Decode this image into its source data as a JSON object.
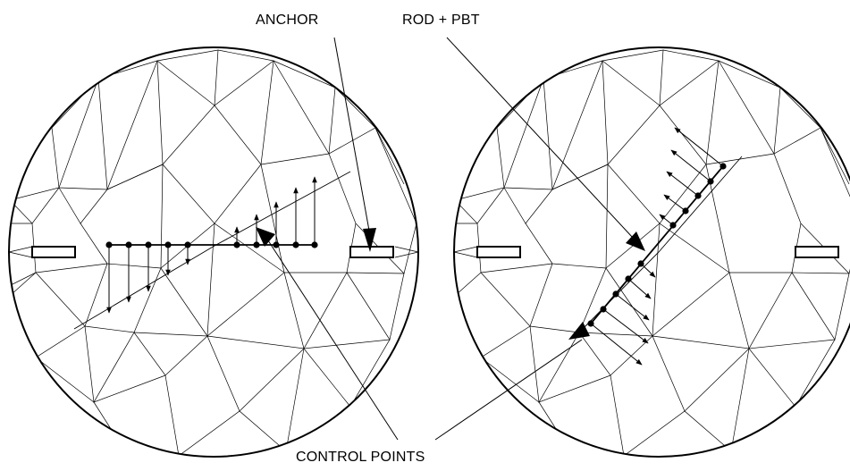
{
  "labels": {
    "anchor": "ANCHOR",
    "rod": "ROD + PBT",
    "control_points": "CONTROL POINTS"
  },
  "colors": {
    "ink": "#000000",
    "background": "#ffffff"
  }
}
